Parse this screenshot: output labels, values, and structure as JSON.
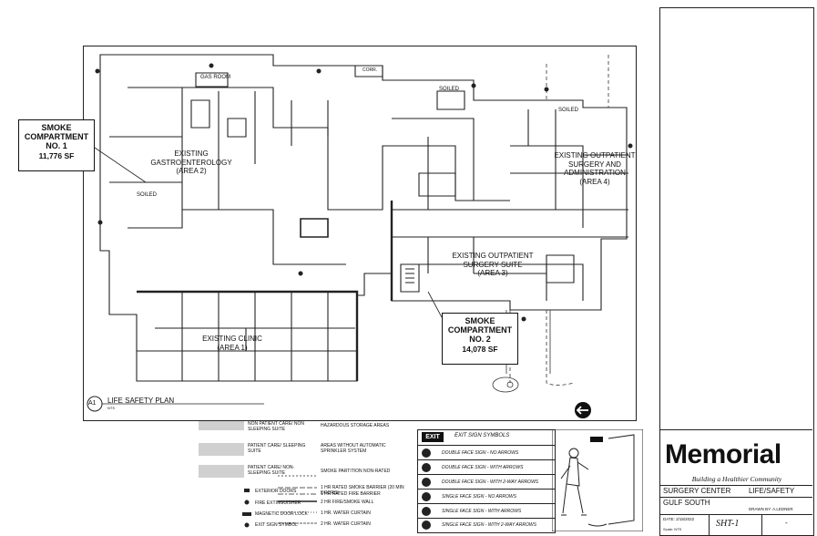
{
  "plan": {
    "areas": [
      {
        "id": "area2",
        "text": "EXISTING\nGASTROENTEROLOGY\n(AREA 2)"
      },
      {
        "id": "area4",
        "text": "EXISTING OUTPATIENT\nSURGERY AND\nADMINISTRATION\n(AREA 4)"
      },
      {
        "id": "area3",
        "text": "EXISTING OUTPATIENT\nSURGERY SUITE\n(AREA 3)"
      },
      {
        "id": "area1",
        "text": "EXISTING CLINIC\n(AREA 1)"
      }
    ],
    "rooms": {
      "gas_room": "GAS ROOM",
      "soiled_top": "SOILED",
      "soiled_right": "SOILED",
      "soiled_left": "SOILED",
      "corr": "CORR."
    },
    "plan_title": "LIFE SAFETY PLAN",
    "plan_id": "A1",
    "plan_scale": "NTS"
  },
  "compartments": [
    {
      "name": "SMOKE\nCOMPARTMENT\nNO. 1",
      "area": "11,776 SF"
    },
    {
      "name": "SMOKE\nCOMPARTMENT\nNO. 2",
      "area": "14,078 SF"
    }
  ],
  "legend": {
    "left_items": [
      "NON PATIENT CARE/ NON SLEEPING SUITE",
      "PATIENT CARE/ SLEEPING SUITE",
      "PATIENT CARE/ NON-SLEEPING SUITE",
      "EXTERIOR DOORS",
      "FIRE EXTINGUISHER",
      "MAGNETIC DOOR LOCK",
      "EXIT SIGN SYMBOL"
    ],
    "right_items": [
      "HAZARDOUS STORAGE AREAS",
      "AREAS WITHOUT AUTOMATIC SPRINKLER SYSTEM",
      "SMOKE PARTITION NON-RATED",
      "1 HR RATED SMOKE BARRIER (20 MIN DOORS)",
      "1 HR RATED FIRE BARRIER",
      "2 HR FIRE/SMOKE WALL",
      "1 HR. WATER CURTAIN",
      "2 HR. WATER CURTAIN"
    ]
  },
  "exit_symbols": {
    "header_badge": "EXIT",
    "header": "EXIT SIGN SYMBOLS",
    "rows": [
      "DOUBLE FACE SIGN - NO ARROWS",
      "DOUBLE FACE SIGN - WITH ARROWS",
      "DOUBLE FACE SIGN - WITH 2-WAY ARROWS",
      "SINGLE FACE SIGN - NO ARROWS",
      "SINGLE FACE SIGN - WITH ARROWS",
      "SINGLE FACE SIGN - WITH 2-WAY ARROWS"
    ]
  },
  "title_block": {
    "logo": "Memorial",
    "tagline": "Building a Healthier Community",
    "project": "SURGERY CENTER",
    "sheet_type": "LIFE/SAFETY",
    "campus": "GULF SOUTH",
    "drawn_by": "DRAWN BY: A.LEDNER",
    "date": "DATE: 2/15/2022",
    "scale": "Scale: NTS",
    "sheet_no": "SHT-1",
    "dash": "-"
  },
  "colors": {
    "ink": "#1a1a1a",
    "paper": "#ffffff",
    "logo": "#111111"
  }
}
